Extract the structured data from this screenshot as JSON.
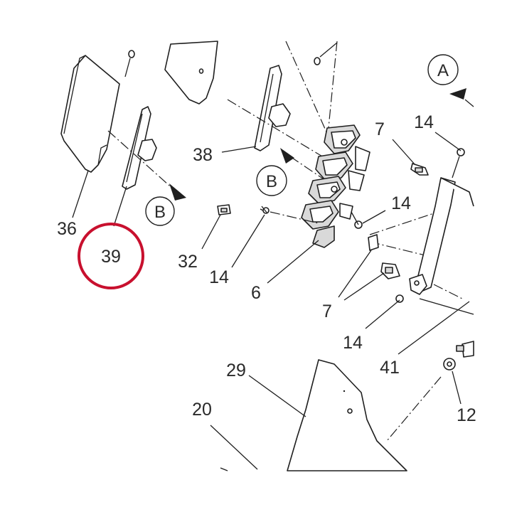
{
  "highlight_color": "#c8102e",
  "part_labels": {
    "p36": "36",
    "p39": "39",
    "p38": "38",
    "p32": "32",
    "p14a": "14",
    "p6": "6",
    "p7a": "7",
    "p14b": "14",
    "p14c": "14",
    "p7b": "7",
    "p14d": "14",
    "p41": "41",
    "p29": "29",
    "p20": "20",
    "p12": "12"
  },
  "view_callouts": {
    "a": "A",
    "b_left": "B",
    "b_center": "B"
  },
  "highlighted_part": "39"
}
